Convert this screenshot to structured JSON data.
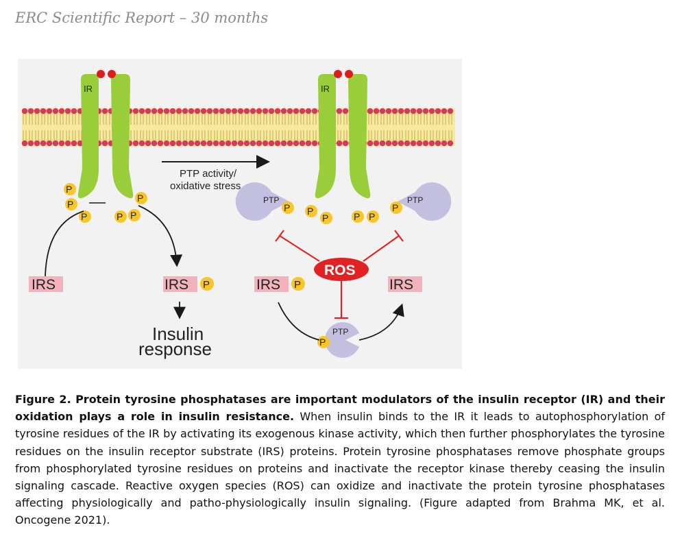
{
  "header": {
    "text": "ERC Scientific Report – 30 months"
  },
  "figure": {
    "left_panel": {
      "receptor_label": "IR",
      "phospho": "P",
      "irs_left": "IRS",
      "irs_right": "IRS",
      "insulin_response_line1": "Insulin",
      "insulin_response_line2": "response"
    },
    "transition": {
      "line1": "PTP activity/",
      "line2": "oxidative stress"
    },
    "right_panel": {
      "receptor_label": "IR",
      "ptp_left": "PTP",
      "ptp_right": "PTP",
      "ptp_bottom": "PTP",
      "ros": "ROS",
      "irs_left": "IRS",
      "irs_right": "IRS"
    },
    "colors": {
      "receptor_green": "#9acd3a",
      "membrane_red": "#d63a5a",
      "membrane_yellow": "#f6eaa0",
      "phospho_yellow": "#f7c628",
      "ptp_purple": "#c2bfdf",
      "ros_red": "#e12222",
      "irs_pink": "#f3b3bc"
    }
  },
  "caption": {
    "title": "Figure 2. Protein tyrosine phosphatases are important modulators of the insulin receptor (IR) and their oxidation plays a role in insulin resistance.",
    "body": " When insulin binds to the IR it leads to autophosphorylation of tyrosine residues of the IR by activating its exogenous kinase activity, which then further phosphorylates the tyrosine residues on the insulin receptor substrate (IRS) proteins. Protein tyrosine phosphatases remove phosphate groups from phosphorylated tyrosine residues on proteins and inactivate the receptor kinase thereby ceasing the insulin signaling cascade. Reactive oxygen species (ROS) can oxidize and inactivate the protein tyrosine phosphatases affecting physiologically and patho-physiologically insulin signaling. (Figure adapted from Brahma MK, et al. Oncogene 2021)."
  }
}
